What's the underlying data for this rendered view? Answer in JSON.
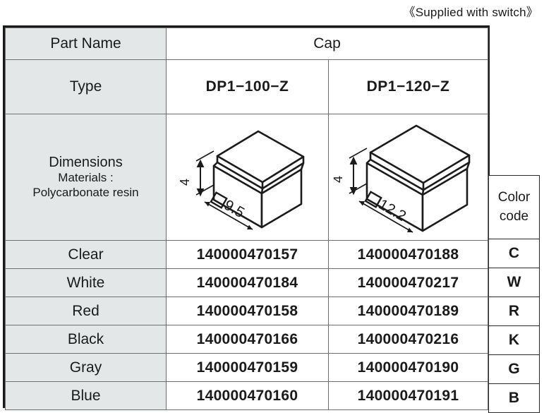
{
  "caption": "《Supplied with switch》",
  "table": {
    "header": {
      "part_name_label": "Part Name",
      "part_name_value": "Cap",
      "type_label": "Type",
      "types": [
        "DP1−100−Z",
        "DP1−120−Z"
      ]
    },
    "dimensions_row": {
      "label_line1": "Dimensions",
      "label_line2": "Materials :",
      "label_line3": "Polycarbonate resin",
      "drawings": [
        {
          "name": "cap-dp1-100-z-isometric",
          "height_dim": "4",
          "square_dim": "9.5",
          "square_symbol": "□"
        },
        {
          "name": "cap-dp1-120-z-isometric",
          "height_dim": "4",
          "square_dim": "12.2",
          "square_symbol": "□"
        }
      ]
    },
    "color_code_header_line1": "Color",
    "color_code_header_line2": "code",
    "rows": [
      {
        "color": "Clear",
        "dp1_100_z": "140000470157",
        "dp1_120_z": "140000470188",
        "code": "C"
      },
      {
        "color": "White",
        "dp1_100_z": "140000470184",
        "dp1_120_z": "140000470217",
        "code": "W"
      },
      {
        "color": "Red",
        "dp1_100_z": "140000470158",
        "dp1_120_z": "140000470189",
        "code": "R"
      },
      {
        "color": "Black",
        "dp1_100_z": "140000470166",
        "dp1_120_z": "140000470216",
        "code": "K"
      },
      {
        "color": "Gray",
        "dp1_100_z": "140000470159",
        "dp1_120_z": "140000470190",
        "code": "G"
      },
      {
        "color": "Blue",
        "dp1_100_z": "140000470160",
        "dp1_120_z": "140000470191",
        "code": "B"
      }
    ]
  },
  "colors": {
    "label_cell_bg": "#e4e7e8",
    "frame": "#1b1b1b",
    "grid": "#6d6f70",
    "text": "#1a1a1a"
  }
}
